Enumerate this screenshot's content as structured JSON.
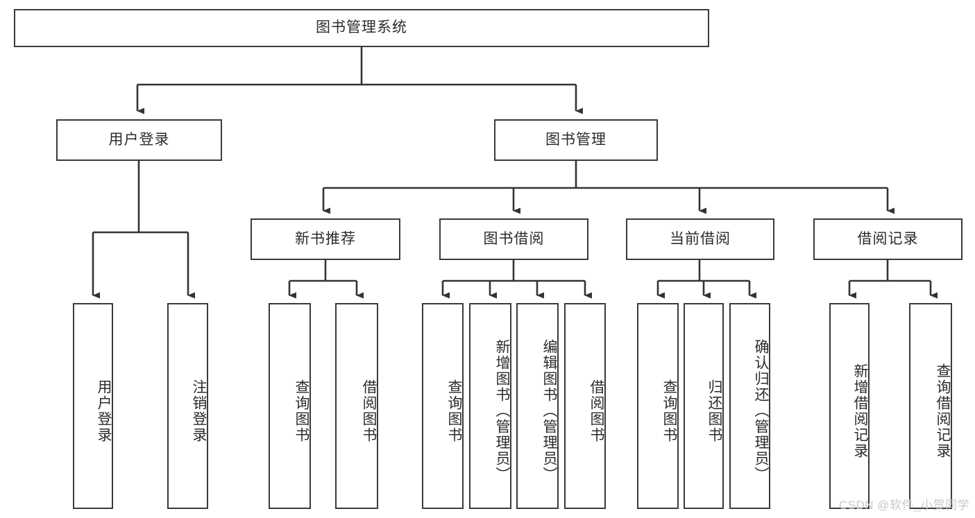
{
  "diagram": {
    "title": "图书管理系统",
    "type": "tree-hierarchy-chart",
    "colors": {
      "box_border": "#3a3a3a",
      "box_fill": "#ffffff",
      "text": "#2b2b2b",
      "connector": "#333333",
      "watermark": "#c9c9c9",
      "background": "#ffffff"
    },
    "root": {
      "label": "图书管理系统"
    },
    "level2": [
      {
        "label": "用户登录"
      },
      {
        "label": "图书管理"
      }
    ],
    "level3": [
      {
        "label": "新书推荐"
      },
      {
        "label": "图书借阅"
      },
      {
        "label": "当前借阅"
      },
      {
        "label": "借阅记录"
      }
    ],
    "leaves_user_login": [
      {
        "label": "用户登录"
      },
      {
        "label": "注销登录"
      }
    ],
    "leaves_new_book": [
      {
        "label": "查询图书"
      },
      {
        "label": "借阅图书"
      }
    ],
    "leaves_borrow": [
      {
        "label": "查询图书"
      },
      {
        "label": "新增图书（管理员）"
      },
      {
        "label": "编辑图书（管理员）"
      },
      {
        "label": "借阅图书"
      }
    ],
    "leaves_current": [
      {
        "label": "查询图书"
      },
      {
        "label": "归还图书"
      },
      {
        "label": "确认归还（管理员）"
      }
    ],
    "leaves_records": [
      {
        "label": "新增借阅记录"
      },
      {
        "label": "查询借阅记录"
      }
    ]
  },
  "watermark": {
    "text": "CSDN @软件_小贺同学"
  }
}
